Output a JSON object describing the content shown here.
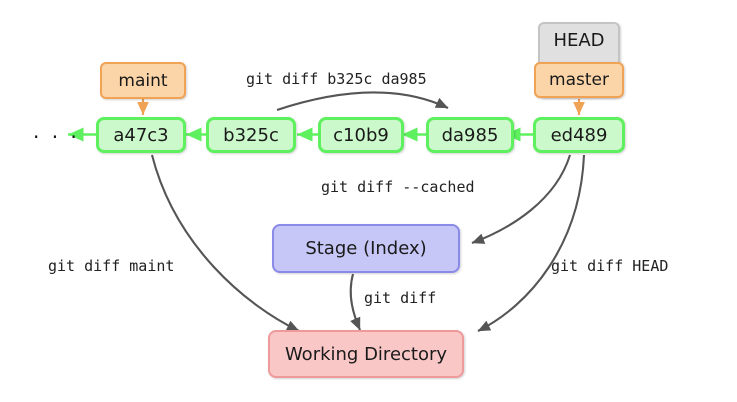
{
  "diagram": {
    "title": "git diff object comparison diagram",
    "background": "#ffffff",
    "ellipsis": "· · ·",
    "colors": {
      "commit_fill": "#ccf9cc",
      "commit_border": "#5ef05e",
      "ref_fill": "#fbd4a8",
      "ref_border": "#f0a255",
      "head_fill": "#e0e0e0",
      "head_border": "#c4c4c4",
      "stage_fill": "#c6c6f7",
      "stage_border": "#8a8ae8",
      "workdir_fill": "#fac7c7",
      "workdir_border": "#ef9a9a",
      "commit_arrow": "#5ef05e",
      "ref_arrow": "#f0a255",
      "diff_arrow": "#555555"
    },
    "commits": [
      {
        "id": "a47c3",
        "label": "a47c3"
      },
      {
        "id": "b325c",
        "label": "b325c"
      },
      {
        "id": "c10b9",
        "label": "c10b9"
      },
      {
        "id": "da985",
        "label": "da985"
      },
      {
        "id": "ed489",
        "label": "ed489"
      }
    ],
    "refs": [
      {
        "id": "maint",
        "label": "maint",
        "points_to": "a47c3"
      },
      {
        "id": "master",
        "label": "master",
        "points_to": "ed489"
      }
    ],
    "head": {
      "label": "HEAD",
      "attached_to": "master"
    },
    "areas": [
      {
        "id": "stage",
        "label": "Stage (Index)"
      },
      {
        "id": "workdir",
        "label": "Working Directory"
      }
    ],
    "edge_labels": {
      "range_diff": "git diff b325c da985",
      "cached": "git diff --cached",
      "maint": "git diff maint",
      "head": "git diff HEAD",
      "plain": "git diff"
    }
  }
}
